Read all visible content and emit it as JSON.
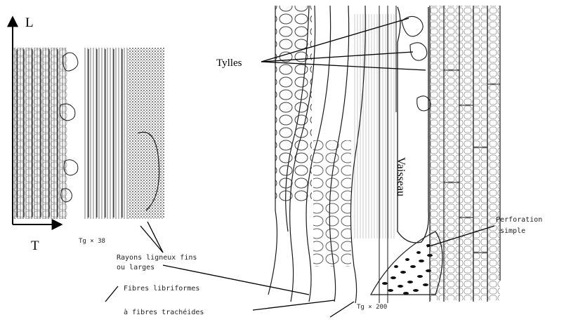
{
  "axes": {
    "vertical_label": "L",
    "horizontal_label": "T"
  },
  "labels": {
    "tylles": "Tylles",
    "vaisseau": "Vaisseau",
    "magnification_left": "Tg × 38",
    "magnification_right": "Tg × 200",
    "rayons_line1": "Rayons ligneux fins",
    "rayons_line2": "ou larges",
    "perforation_line1": "Perforation",
    "perforation_line2": "simple",
    "fibres_line1": "Fibres libriformes",
    "fibres_line2": "à fibres trachéides"
  },
  "colors": {
    "ink": "#1a1a1a",
    "background": "#ffffff"
  }
}
